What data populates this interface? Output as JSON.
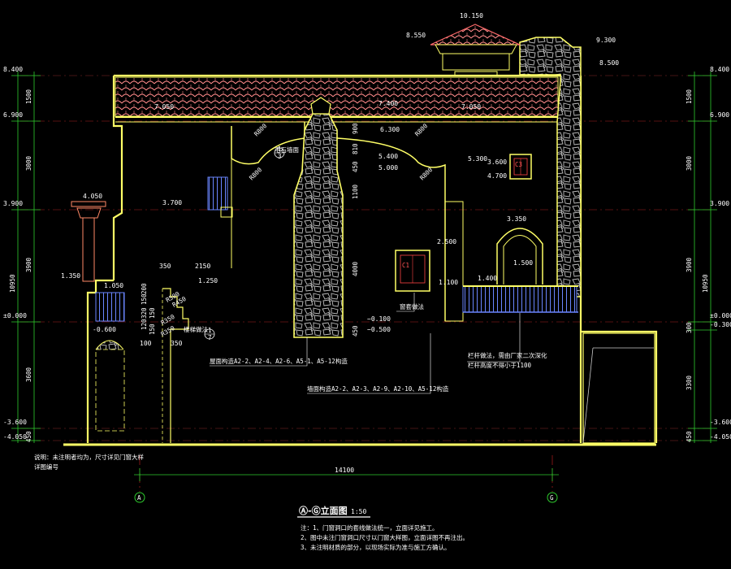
{
  "title": {
    "main": "Ⓐ-Ⓖ立面图",
    "scale": "1:50"
  },
  "notes": [
    "注：1、门窗洞口的套线做法统一，立面详见施工。",
    "2、图中未注门窗洞口尺寸以门窗大样图，立面详图不再注出。",
    "3、未注明材质的部分，以现场实际为准与施工方确认。"
  ],
  "left_note": [
    "说明：未注明者均为，尺寸详见门窗大样",
    "详图编号"
  ],
  "levels_left": [
    "8.400",
    "6.900",
    "3.900",
    "±0.000",
    "-3.600",
    "-4.050"
  ],
  "levels_right": [
    "8.400",
    "6.900",
    "3.900",
    "±0.000",
    "-0.300",
    "-3.600",
    "-4.050"
  ],
  "dims_left": [
    "1500",
    "3000",
    "3900",
    "10950",
    "3600",
    "450"
  ],
  "dims_right": [
    "1500",
    "3000",
    "3900",
    "10950",
    "300",
    "3300",
    "450"
  ],
  "top_levels": [
    "10.150",
    "8.550",
    "9.300",
    "8.500"
  ],
  "roof_levels": [
    "7.050",
    "7.400",
    "7.050"
  ],
  "wall_levels": [
    "6.300",
    "5.400",
    "5.000",
    "5.300",
    "3.600",
    "4.700",
    "2.500",
    "1.100",
    "1.400",
    "3.350",
    "1.500",
    "−0.100",
    "−0.500"
  ],
  "chimney_dims": [
    "900",
    "810",
    "450",
    "1100",
    "4000",
    "450"
  ],
  "arc_dims": [
    "R800",
    "R800",
    "R800",
    "R800"
  ],
  "left_annotations": [
    "4.050",
    "3.700",
    "350",
    "2150",
    "1.250",
    "1.350",
    "1.050",
    "-0.600",
    "200",
    "150",
    "320",
    "150",
    "120",
    "150",
    "100",
    "350",
    "R500",
    "R450"
  ],
  "stair_dims": [
    "R350",
    "R350"
  ],
  "callouts": [
    "屋面构造A2-2、A2-4、A2-6、A5-1、A5-12构造",
    "墙面构造A2-2、A2-3、A2-9、A2-10、A5-12构造",
    "毛石墙面",
    "窗套做法",
    "楼梯做法",
    "栏杆做法，需由厂家二次深化",
    "栏杆高度不得小于1100"
  ],
  "window_tags": [
    "C1",
    "C3"
  ],
  "section_marks": [
    "1",
    "3",
    "1",
    "7"
  ],
  "bottom_dim": "14100",
  "axes": [
    "A",
    "G"
  ],
  "colors": {
    "wall": "#ffff66",
    "roof": "#ff9999",
    "stone": "#cccccc",
    "railing": "#6688ff",
    "dim": "#00cc00",
    "level": "#cccccc",
    "axis": "#cc2222"
  }
}
